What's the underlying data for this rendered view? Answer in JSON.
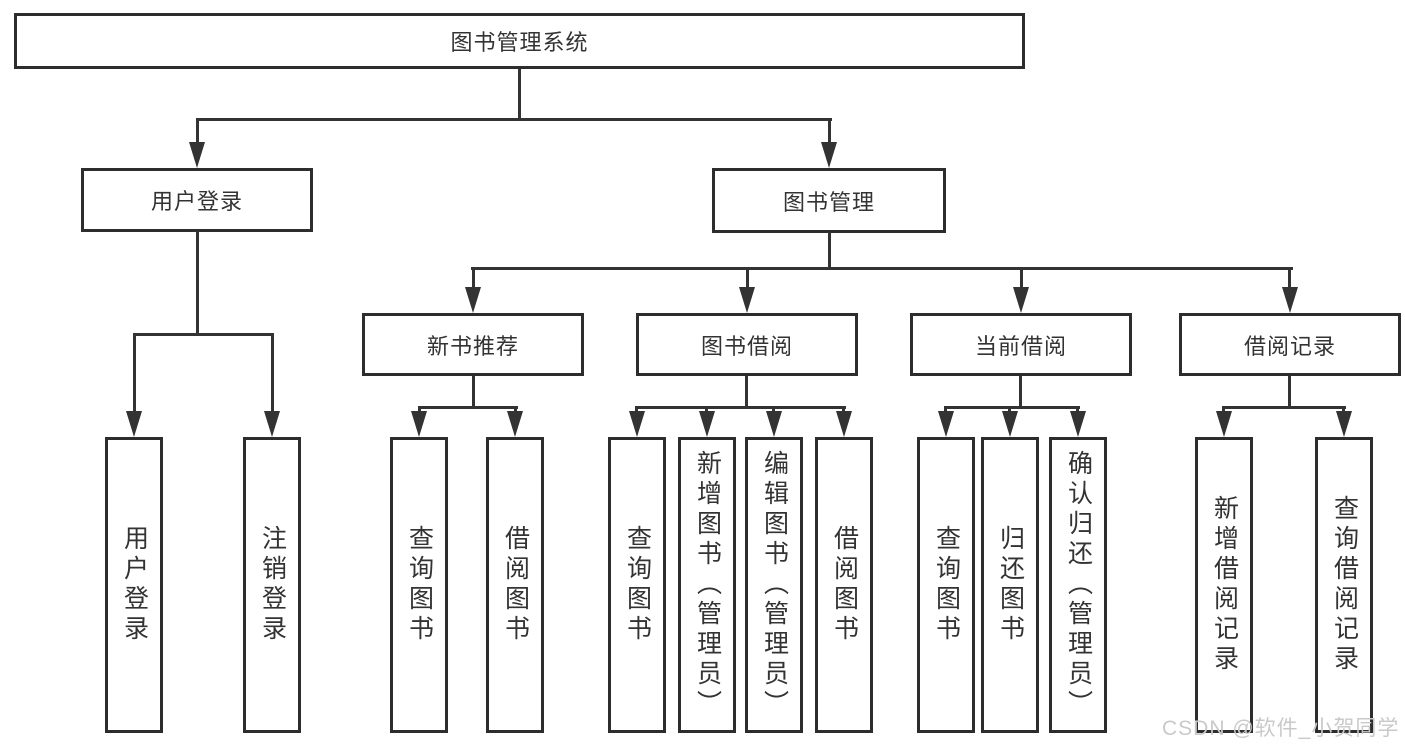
{
  "diagram": {
    "root": {
      "label": "图书管理系统"
    },
    "level2": [
      {
        "label": "用户登录"
      },
      {
        "label": "图书管理"
      }
    ],
    "level3": [
      {
        "label": "新书推荐"
      },
      {
        "label": "图书借阅"
      },
      {
        "label": "当前借阅"
      },
      {
        "label": "借阅记录"
      }
    ],
    "leaves": [
      {
        "label": "用户登录",
        "parent": "用户登录"
      },
      {
        "label": "注销登录",
        "parent": "用户登录"
      },
      {
        "label": "查询图书",
        "parent": "新书推荐"
      },
      {
        "label": "借阅图书",
        "parent": "新书推荐"
      },
      {
        "label": "查询图书",
        "parent": "图书借阅"
      },
      {
        "label": "新增图书（管理员）",
        "parent": "图书借阅"
      },
      {
        "label": "编辑图书（管理员）",
        "parent": "图书借阅"
      },
      {
        "label": "借阅图书",
        "parent": "图书借阅"
      },
      {
        "label": "查询图书",
        "parent": "当前借阅"
      },
      {
        "label": "归还图书",
        "parent": "当前借阅"
      },
      {
        "label": "确认归还（管理员）",
        "parent": "当前借阅"
      },
      {
        "label": "新增借阅记录",
        "parent": "借阅记录"
      },
      {
        "label": "查询借阅记录",
        "parent": "借阅记录"
      }
    ],
    "colors": {
      "line": "#333333",
      "box_border": "#2d2d2d",
      "text": "#333333",
      "watermark": "#c9c9c9",
      "background": "#ffffff"
    }
  },
  "watermark": {
    "text": "CSDN @软件_小贺同学"
  }
}
